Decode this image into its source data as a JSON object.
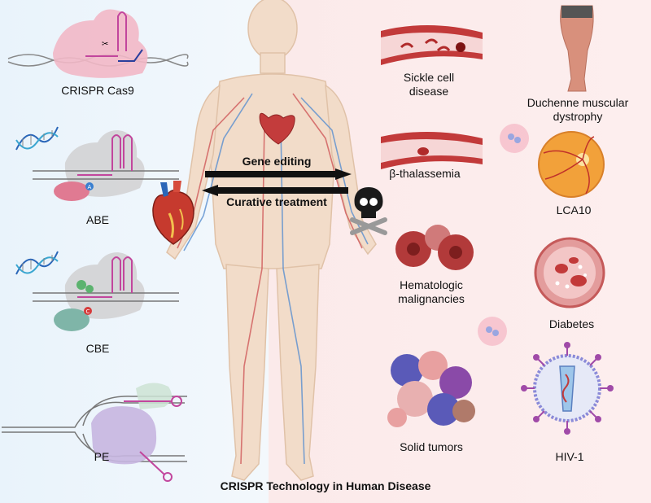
{
  "title": "CRISPR Technology in Human Disease",
  "arrows": {
    "forward": "Gene editing",
    "backward": "Curative treatment"
  },
  "tools": {
    "cas9": "CRISPR Cas9",
    "abe": "ABE",
    "cbe": "CBE",
    "pe": "PE"
  },
  "diseases": {
    "sickle_line1": "Sickle cell",
    "sickle_line2": "disease",
    "dmd_line1": "Duchenne muscular",
    "dmd_line2": "dystrophy",
    "thalassemia": "β-thalassemia",
    "lca10": "LCA10",
    "heme_line1": "Hematologic",
    "heme_line2": "malignancies",
    "diabetes": "Diabetes",
    "solid_tumors": "Solid tumors",
    "hiv": "HIV-1"
  },
  "glyphs": {
    "abe_base": "A",
    "cbe_base": "C"
  },
  "colors": {
    "left_bg": "#e9f3fb",
    "right_bg": "#fbeaea",
    "cas9": "#f2b8c6",
    "protein_gray": "#d4d4d6",
    "guide_rna": "#c2469d",
    "abe_deaminase": "#e07a92",
    "cbe_deaminase": "#7fb5a8",
    "pe_rt": "#c7b6e0",
    "blood": "#b02a2a",
    "arrow": "#111111"
  }
}
